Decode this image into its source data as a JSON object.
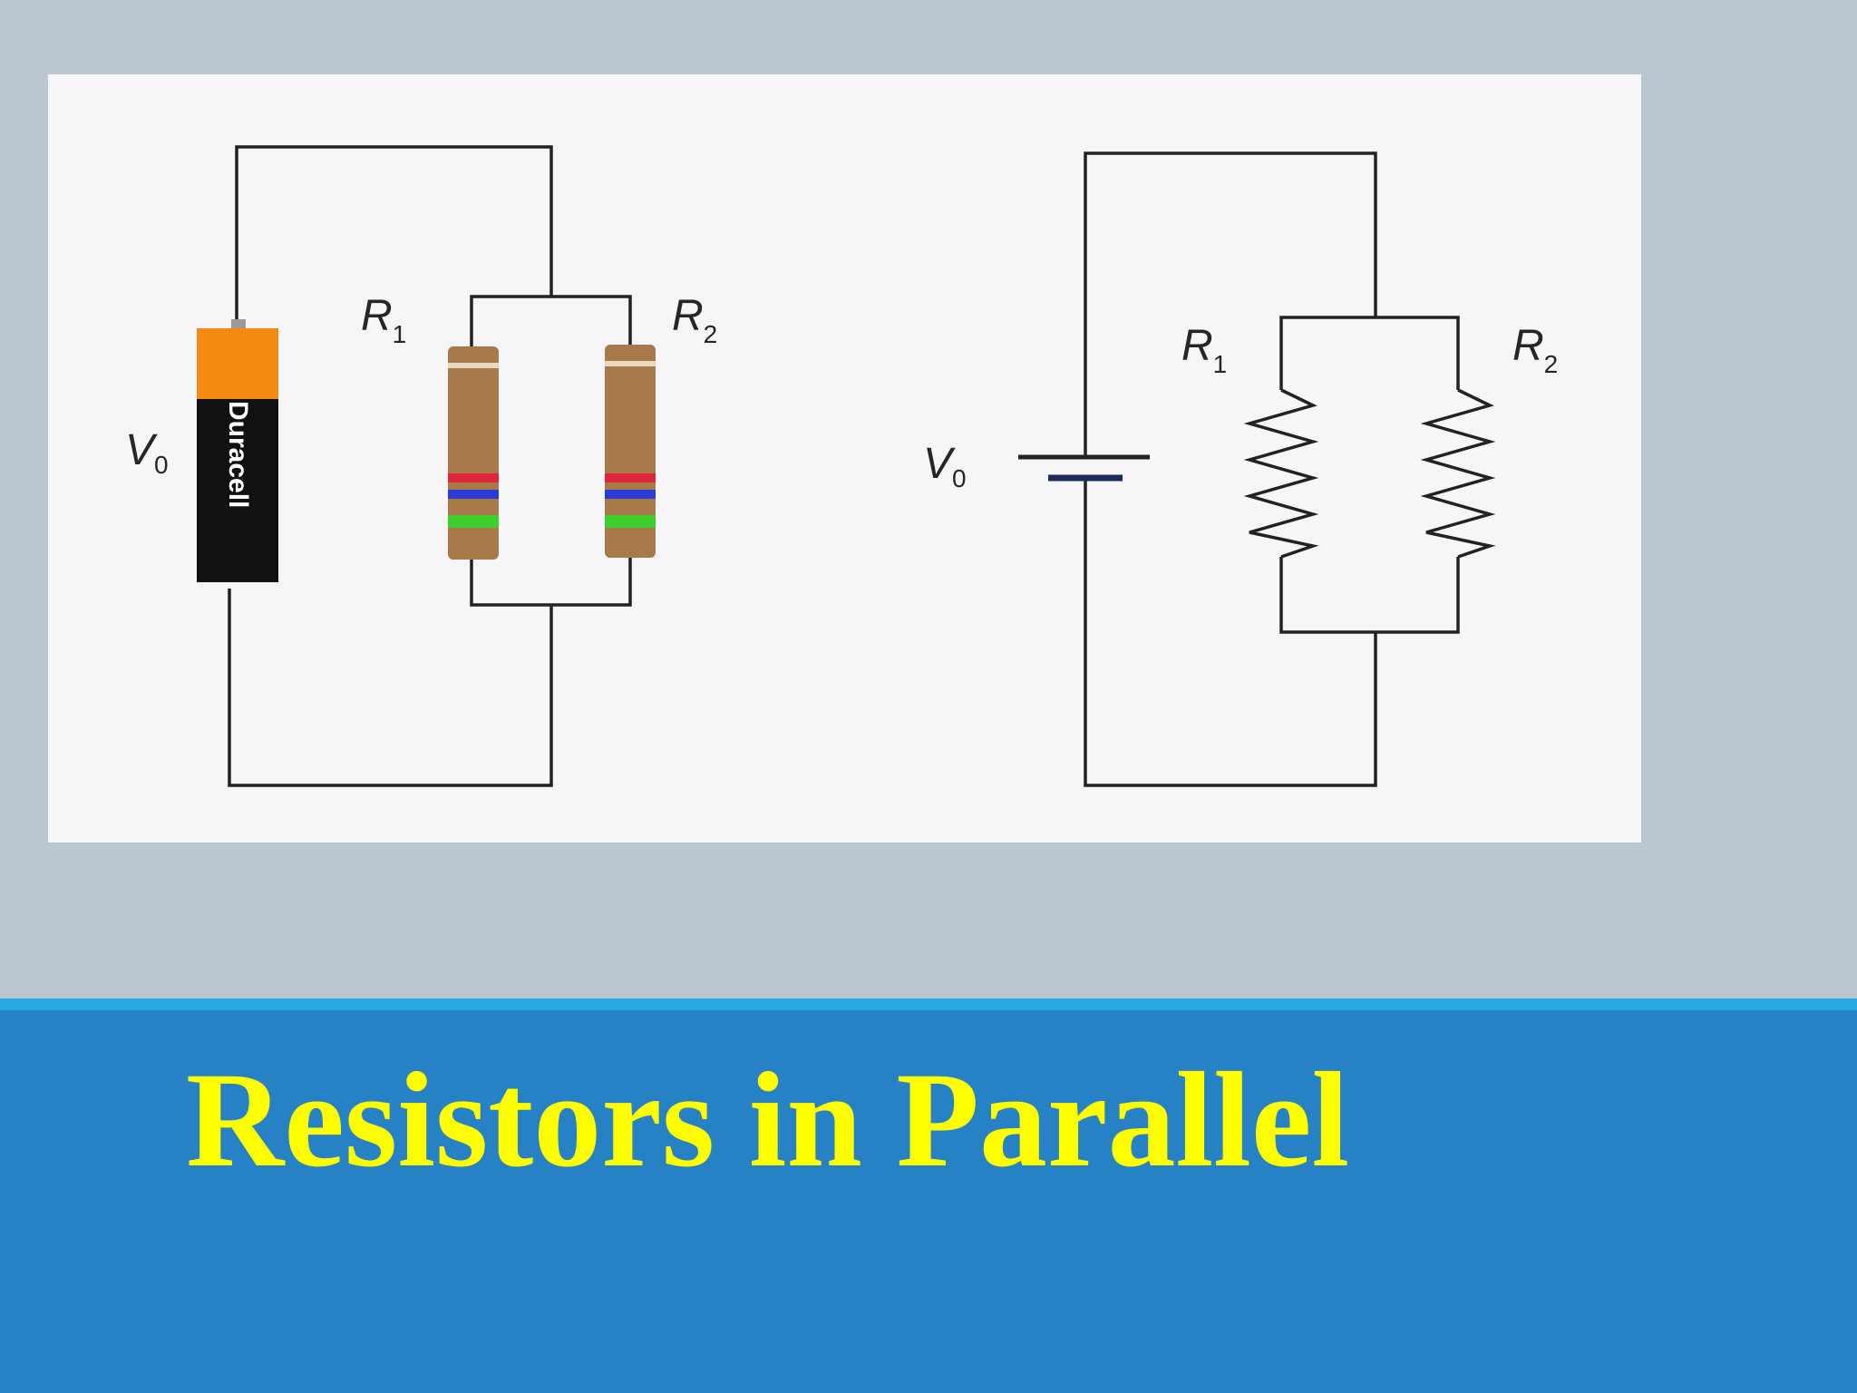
{
  "slide": {
    "title": "Resistors in Parallel",
    "colors": {
      "background": "#bac6d0",
      "figure_background": "#f6f6f8",
      "title_band": "#2781c5",
      "title_band_accent": "#27aae1",
      "title_text": "#ffff00"
    }
  },
  "pictorial_circuit": {
    "battery_label": "V",
    "battery_label_sub": "0",
    "battery_brand": "Duracell",
    "resistor_1_label": "R",
    "resistor_1_label_sub": "1",
    "resistor_2_label": "R",
    "resistor_2_label_sub": "2",
    "colors": {
      "battery_top": "#f58a13",
      "battery_body": "#111111",
      "resistor_body": "#a87a4a",
      "band_1": "#e0253a",
      "band_2": "#2b3bd6",
      "band_3": "#3ccf2d"
    }
  },
  "schematic_circuit": {
    "source_label": "V",
    "source_label_sub": "0",
    "resistor_1_label": "R",
    "resistor_1_label_sub": "1",
    "resistor_2_label": "R",
    "resistor_2_label_sub": "2"
  }
}
